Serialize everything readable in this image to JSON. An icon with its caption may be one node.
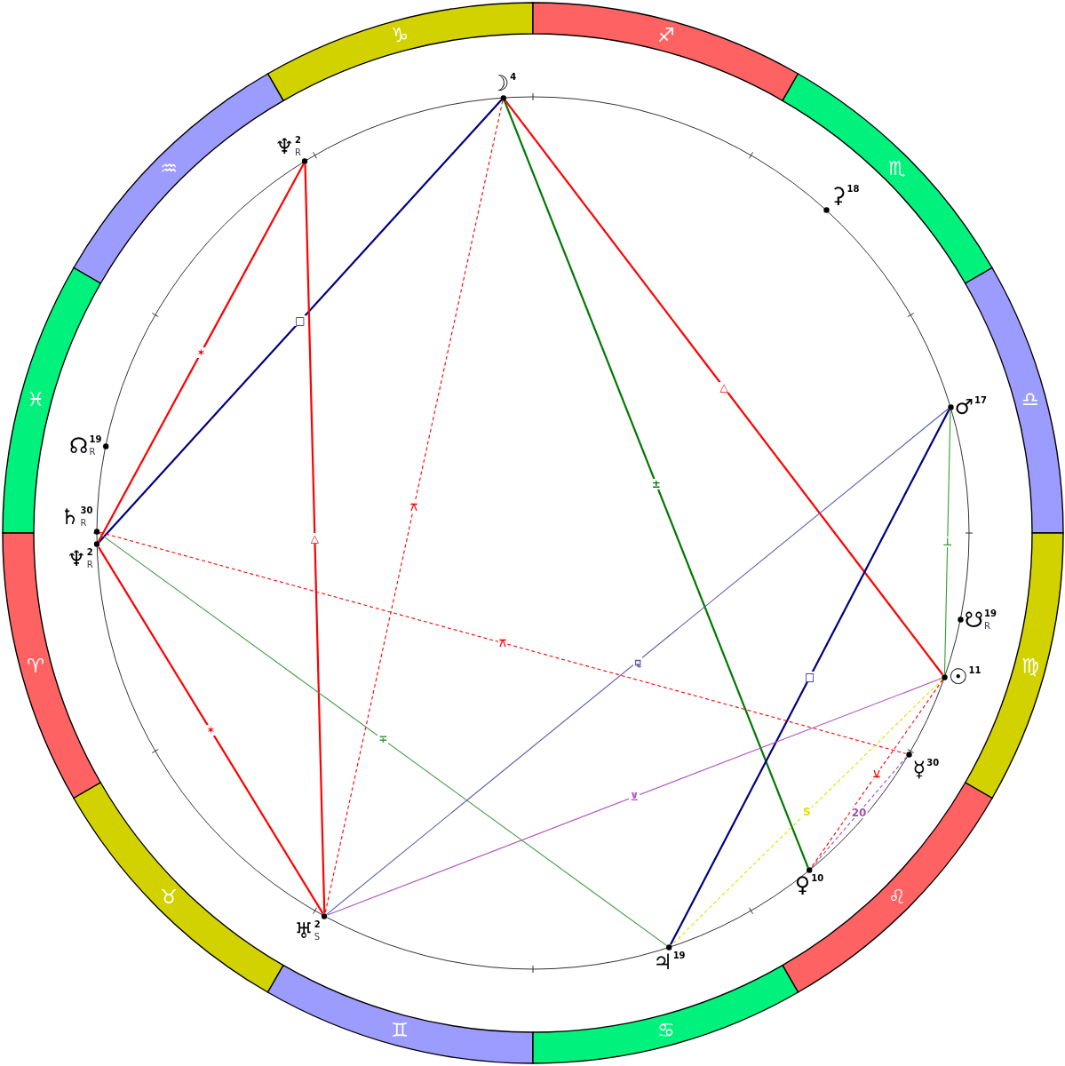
{
  "diagram": {
    "nodes": [
      {
        "text": [
          "♑"
        ]
      },
      {
        "text": [
          "♐"
        ]
      },
      {
        "text": [
          "♒"
        ]
      },
      {
        "text": [
          "♏"
        ]
      },
      {
        "text": [
          "♓"
        ]
      },
      {
        "text": [
          "♎"
        ]
      },
      {
        "text": [
          "♈"
        ]
      },
      {
        "text": [
          "♍"
        ]
      },
      {
        "text": [
          "♉"
        ]
      },
      {
        "text": [
          "♌"
        ]
      },
      {
        "text": [
          "♊"
        ]
      },
      {
        "text": [
          "♋"
        ]
      },
      {
        "text": [
          "☽"
        ],
        "beside": [
          "4"
        ]
      },
      {
        "text": [
          "♆"
        ],
        "beside": [
          "2",
          "R"
        ]
      },
      {
        "text": [
          "⚳"
        ],
        "beside": [
          "18"
        ]
      },
      {
        "text": [
          "☊"
        ],
        "beside": [
          "19",
          "R"
        ]
      },
      {
        "text": [
          "♂"
        ],
        "beside": [
          "17"
        ]
      },
      {
        "text": [
          "♄"
        ],
        "beside": [
          "30",
          "R"
        ]
      },
      {
        "text": [
          "♆"
        ],
        "beside": [
          "2",
          "R"
        ]
      },
      {
        "text": [
          "☋"
        ],
        "beside": [
          "19",
          "R"
        ]
      },
      {
        "text": [
          "☉"
        ],
        "beside": [
          "11"
        ]
      },
      {
        "text": [
          "☿"
        ],
        "beside": [
          "30"
        ]
      },
      {
        "text": [
          "♀"
        ],
        "beside": [
          "10"
        ]
      },
      {
        "text": [
          "♅"
        ],
        "beside": [
          "2",
          "S"
        ]
      },
      {
        "text": [
          "♃"
        ],
        "beside": [
          "19"
        ]
      }
    ],
    "edges": [
      {
        "from": 12,
        "to": 18,
        "arrow": "none",
        "label": "□",
        "color": "#000080"
      },
      {
        "from": 13,
        "to": 18,
        "arrow": "none",
        "label": "✶"
      },
      {
        "from": 13,
        "to": 23,
        "arrow": "none",
        "label": "△"
      },
      {
        "from": 18,
        "to": 23,
        "arrow": "none",
        "label": "✶"
      },
      {
        "from": 12,
        "to": 23,
        "arrow": "none",
        "label": "⚻",
        "style": "dashed"
      },
      {
        "from": 12,
        "to": 20,
        "arrow": "none",
        "label": "△"
      },
      {
        "from": 12,
        "to": 22,
        "arrow": "none",
        "label": "±",
        "color": "#007800"
      },
      {
        "from": 16,
        "to": 20,
        "arrow": "none",
        "label": "⊥",
        "color": "#30a030"
      },
      {
        "from": 16,
        "to": 23,
        "arrow": "none",
        "label": "⚼",
        "color": "#5a5ab0"
      },
      {
        "from": 16,
        "to": 24,
        "arrow": "none",
        "label": "□",
        "color": "#000080"
      },
      {
        "from": 17,
        "to": 21,
        "arrow": "none",
        "label": "⚻",
        "style": "dashed"
      },
      {
        "from": 17,
        "to": 24,
        "arrow": "none",
        "label": "∓",
        "color": "#3c9a3c"
      },
      {
        "from": 23,
        "to": 20,
        "arrow": "none",
        "label": "⊻",
        "color": "#b050c0"
      },
      {
        "from": 20,
        "to": 24,
        "arrow": "none",
        "label": "S",
        "style": "dashed",
        "color": "#e0e000"
      },
      {
        "from": 20,
        "to": 22,
        "arrow": "none",
        "label": "⚺",
        "style": "dashed"
      },
      {
        "from": 21,
        "to": 22,
        "arrow": "none",
        "label": "20",
        "style": "dashed",
        "color": "#a050b0"
      }
    ]
  }
}
